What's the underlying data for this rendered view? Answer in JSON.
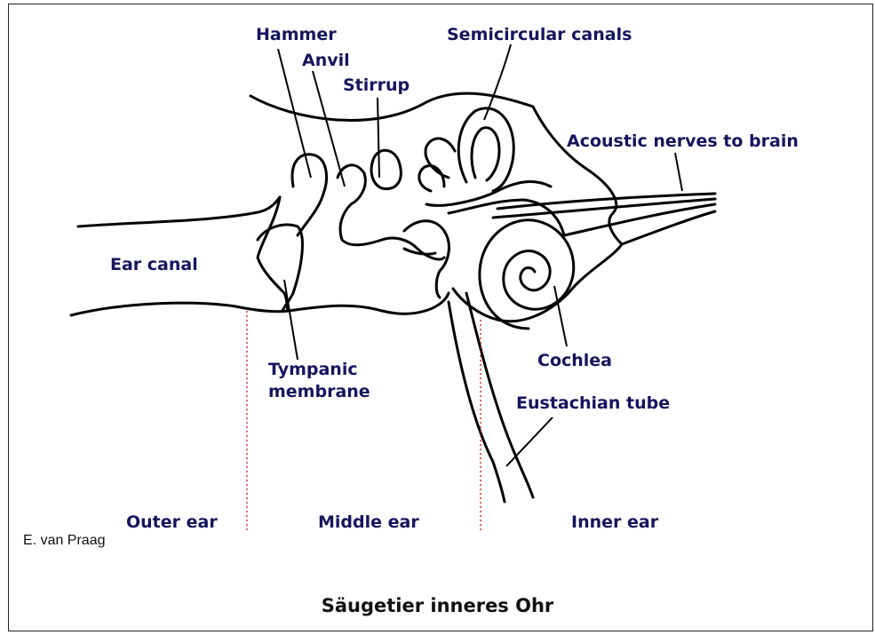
{
  "labels": {
    "hammer": "Hammer",
    "anvil": "Anvil",
    "stirrup": "Stirrup",
    "semicircular_canals": "Semicircular canals",
    "acoustic_nerves": "Acoustic nerves to brain",
    "ear_canal": "Ear canal",
    "tympanic_membrane_line1": "Tympanic",
    "tympanic_membrane_line2": "membrane",
    "cochlea": "Cochlea",
    "eustachian_tube": "Eustachian tube"
  },
  "regions": {
    "outer_ear": "Outer ear",
    "middle_ear": "Middle ear",
    "inner_ear": "Inner ear"
  },
  "credit": "E. van Praag",
  "caption": "Säugetier inneres Ohr",
  "colors": {
    "label": "#15155e",
    "outline": "#000000",
    "divider": "#cc0000"
  }
}
